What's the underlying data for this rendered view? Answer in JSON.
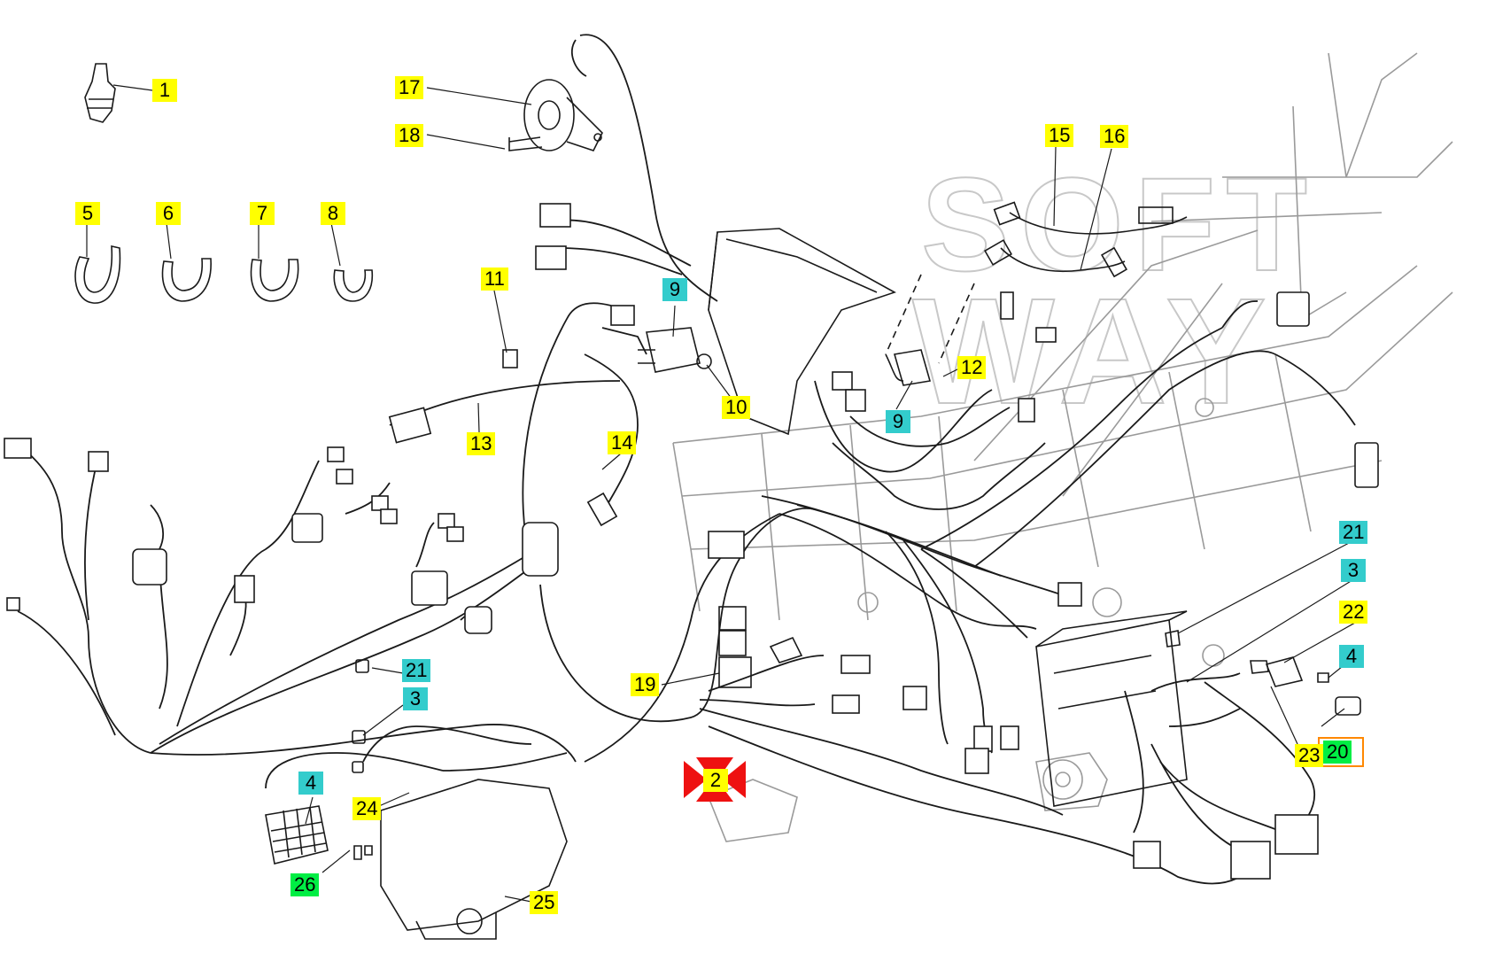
{
  "colors": {
    "yellow": "#ffff00",
    "cyan": "#33cccc",
    "green": "#00ee44",
    "line": "#1a1a1a",
    "frame": "#9a9a9a",
    "selected_marker": "#ee1111",
    "selected_border": "#ff8800"
  },
  "watermark": {
    "line1": "SOFT",
    "line2": "WAY"
  },
  "callouts": [
    {
      "id": "c1",
      "label": "1",
      "color": "yellow"
    },
    {
      "id": "c17",
      "label": "17",
      "color": "yellow"
    },
    {
      "id": "c18",
      "label": "18",
      "color": "yellow"
    },
    {
      "id": "c5",
      "label": "5",
      "color": "yellow"
    },
    {
      "id": "c6",
      "label": "6",
      "color": "yellow"
    },
    {
      "id": "c7",
      "label": "7",
      "color": "yellow"
    },
    {
      "id": "c8",
      "label": "8",
      "color": "yellow"
    },
    {
      "id": "c11",
      "label": "11",
      "color": "yellow"
    },
    {
      "id": "c9a",
      "label": "9",
      "color": "cyan"
    },
    {
      "id": "c10",
      "label": "10",
      "color": "yellow"
    },
    {
      "id": "c13",
      "label": "13",
      "color": "yellow"
    },
    {
      "id": "c14",
      "label": "14",
      "color": "yellow"
    },
    {
      "id": "c15",
      "label": "15",
      "color": "yellow"
    },
    {
      "id": "c16",
      "label": "16",
      "color": "yellow"
    },
    {
      "id": "c12",
      "label": "12",
      "color": "yellow"
    },
    {
      "id": "c9b",
      "label": "9",
      "color": "cyan"
    },
    {
      "id": "c21a",
      "label": "21",
      "color": "cyan"
    },
    {
      "id": "c3a",
      "label": "3",
      "color": "cyan"
    },
    {
      "id": "c22",
      "label": "22",
      "color": "yellow"
    },
    {
      "id": "c4a",
      "label": "4",
      "color": "cyan"
    },
    {
      "id": "c23",
      "label": "23",
      "color": "yellow"
    },
    {
      "id": "c20",
      "label": "20",
      "color": "green"
    },
    {
      "id": "c21b",
      "label": "21",
      "color": "cyan"
    },
    {
      "id": "c3b",
      "label": "3",
      "color": "cyan"
    },
    {
      "id": "c19",
      "label": "19",
      "color": "yellow"
    },
    {
      "id": "c2",
      "label": "2",
      "color": "yellow"
    },
    {
      "id": "c4b",
      "label": "4",
      "color": "cyan"
    },
    {
      "id": "c24",
      "label": "24",
      "color": "yellow"
    },
    {
      "id": "c26",
      "label": "26",
      "color": "green"
    },
    {
      "id": "c25",
      "label": "25",
      "color": "yellow"
    }
  ]
}
